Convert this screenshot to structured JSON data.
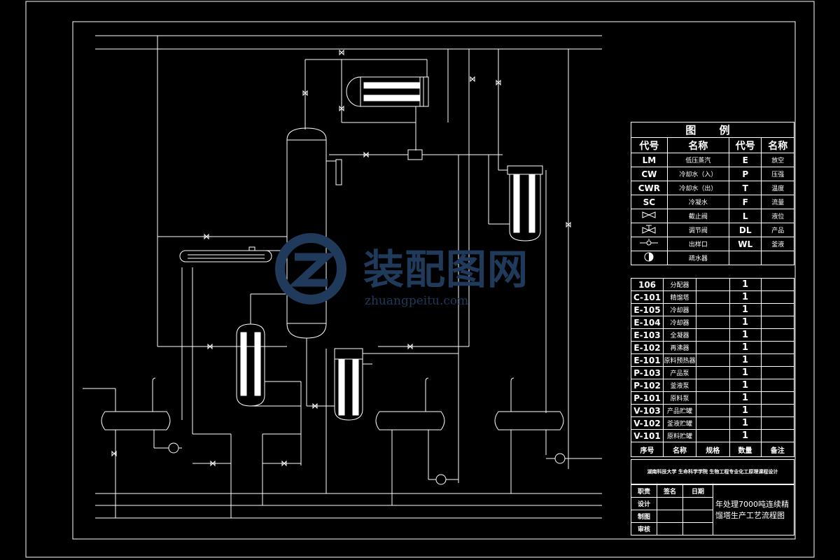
{
  "legend": {
    "title": "图    例",
    "col_headers": [
      "代号",
      "名称",
      "代号",
      "名称"
    ],
    "rows": [
      {
        "code1": "LM",
        "name1": "低压蒸汽",
        "code2": "E",
        "name2": "放空"
      },
      {
        "code1": "CW",
        "name1": "冷却水（入）",
        "code2": "P",
        "name2": "压强"
      },
      {
        "code1": "CWR",
        "name1": "冷却水（出）",
        "code2": "T",
        "name2": "温度"
      },
      {
        "code1": "SC",
        "name1": "冷凝水",
        "code2": "F",
        "name2": "流量"
      },
      {
        "code1": "",
        "symbol1": "globe-valve-symbol",
        "name1": "截止阀",
        "code2": "L",
        "name2": "液位"
      },
      {
        "code1": "",
        "symbol1": "control-valve-symbol",
        "name1": "调节阀",
        "code2": "DL",
        "name2": "产品"
      },
      {
        "code1": "",
        "symbol1": "sample-port-symbol",
        "name1": "出样口",
        "code2": "WL",
        "name2": "釜液"
      },
      {
        "code1": "",
        "symbol1": "steam-trap-symbol",
        "name1": "疏水器",
        "code2": "",
        "name2": ""
      }
    ]
  },
  "equipment": {
    "rows": [
      {
        "tag": "106",
        "name": "分配器",
        "spec": "",
        "qty": "1",
        "note": ""
      },
      {
        "tag": "C-101",
        "name": "精馏塔",
        "spec": "",
        "qty": "1",
        "note": ""
      },
      {
        "tag": "E-105",
        "name": "冷却器",
        "spec": "",
        "qty": "1",
        "note": ""
      },
      {
        "tag": "E-104",
        "name": "冷却器",
        "spec": "",
        "qty": "1",
        "note": ""
      },
      {
        "tag": "E-103",
        "name": "全凝器",
        "spec": "",
        "qty": "1",
        "note": ""
      },
      {
        "tag": "E-102",
        "name": "再沸器",
        "spec": "",
        "qty": "1",
        "note": ""
      },
      {
        "tag": "E-101",
        "name": "原料预热器",
        "spec": "",
        "qty": "1",
        "note": ""
      },
      {
        "tag": "P-103",
        "name": "产品泵",
        "spec": "",
        "qty": "1",
        "note": ""
      },
      {
        "tag": "P-102",
        "name": "釜液泵",
        "spec": "",
        "qty": "1",
        "note": ""
      },
      {
        "tag": "P-101",
        "name": "原料泵",
        "spec": "",
        "qty": "1",
        "note": ""
      },
      {
        "tag": "V-103",
        "name": "产品贮罐",
        "spec": "",
        "qty": "1",
        "note": ""
      },
      {
        "tag": "V-102",
        "name": "釜液贮罐",
        "spec": "",
        "qty": "1",
        "note": ""
      },
      {
        "tag": "V-101",
        "name": "原料贮罐",
        "spec": "",
        "qty": "1",
        "note": ""
      }
    ],
    "headers": {
      "no": "序号",
      "name": "名称",
      "spec": "规格",
      "qty": "数量",
      "note": "备注"
    }
  },
  "school_line": "湖南科技大学  生命科学学院  生物工程专业化工原理课程设计",
  "title_block": {
    "role_header": "职责",
    "sign_header": "签名",
    "date_header": "日期",
    "roles": [
      "设计",
      "制图",
      "审核"
    ],
    "drawing_title": "年处理7000吨连续精馏塔生产工艺流程图"
  },
  "watermark": {
    "main": "装配图网",
    "sub": "zhuangpeitu.com",
    "color": "#1f3a5a"
  },
  "colors": {
    "background": "#000000",
    "line": "#ffffff"
  }
}
